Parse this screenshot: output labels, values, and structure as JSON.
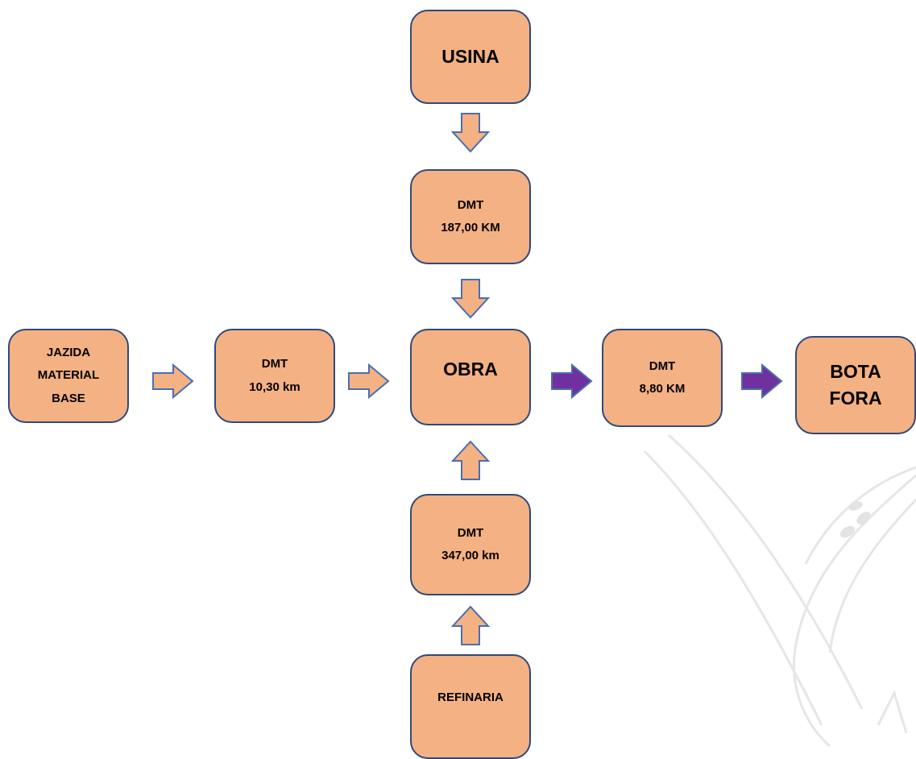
{
  "nodes": {
    "usina": "USINA",
    "dmt_usina": "DMT\n187,00 KM",
    "jazida": "JAZIDA\nMATERIAL\nBASE",
    "dmt_jazida": "DMT\n10,30 km",
    "obra": "OBRA",
    "dmt_bota_fora": "DMT\n8,80 KM",
    "bota_fora": "BOTA\nFORA",
    "dmt_refinaria": "DMT\n347,00 km",
    "refinaria": "REFINARIA"
  },
  "colors": {
    "box_fill": "#f4b183",
    "box_border": "#2f4a7a",
    "arrow_fill": "#f4b183",
    "arrow_outline": "#4a6eb0",
    "arrow_out_fill": "#7030a0"
  }
}
